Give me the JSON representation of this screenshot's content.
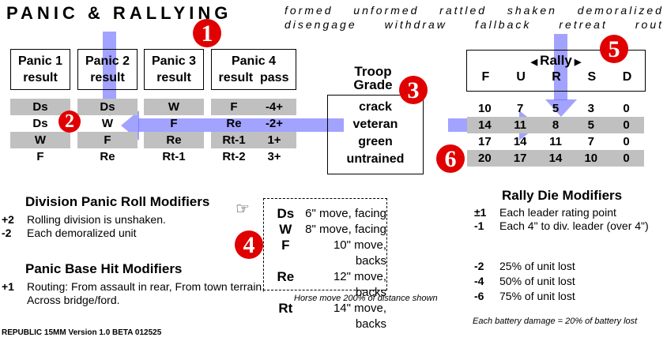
{
  "title": "PANIC & RALLYING",
  "states_line1": [
    "formed",
    "unformed",
    "rattled",
    "shaken",
    "demoralized"
  ],
  "states_line2": [
    "disengage",
    "withdraw",
    "fallback",
    "retreat",
    "rout"
  ],
  "panic_tables": [
    {
      "head1": "Panic 1",
      "head2": "result",
      "rows": [
        [
          "Ds"
        ],
        [
          "Ds"
        ],
        [
          "W"
        ],
        [
          "F"
        ]
      ]
    },
    {
      "head1": "Panic 2",
      "head2": "result",
      "rows": [
        [
          "Ds"
        ],
        [
          "W"
        ],
        [
          "F"
        ],
        [
          "Re"
        ]
      ]
    },
    {
      "head1": "Panic 3",
      "head2": "result",
      "rows": [
        [
          "W"
        ],
        [
          "F"
        ],
        [
          "Re"
        ],
        [
          "Rt-1"
        ]
      ]
    },
    {
      "head1": "Panic 4",
      "head2": "result  pass",
      "rows": [
        [
          "F",
          "-4+"
        ],
        [
          "Re",
          "-2+"
        ],
        [
          "Rt-1",
          "1+"
        ],
        [
          "Rt-2",
          "3+"
        ]
      ]
    }
  ],
  "troop_grade": {
    "label1": "Troop",
    "label2": "Grade",
    "grades": [
      "crack",
      "veteran",
      "green",
      "untrained"
    ]
  },
  "rally": {
    "title": "Rally",
    "columns": [
      "F",
      "U",
      "R",
      "S",
      "D"
    ],
    "rows": [
      [
        "10",
        "7",
        "5",
        "3",
        "0"
      ],
      [
        "14",
        "11",
        "8",
        "5",
        "0"
      ],
      [
        "17",
        "14",
        "11",
        "7",
        "0"
      ],
      [
        "20",
        "17",
        "14",
        "10",
        "0"
      ]
    ]
  },
  "markers": [
    "1",
    "2",
    "3",
    "4",
    "5",
    "6"
  ],
  "highlight_color": "#6464ff",
  "marker_color": "#e00000",
  "division_panic": {
    "heading": "Division Panic Roll Modifiers",
    "items": [
      {
        "mod": "+2",
        "text": "Rolling division is unshaken."
      },
      {
        "mod": "-2",
        "text": "Each demoralized unit"
      }
    ]
  },
  "panic_base": {
    "heading": "Panic Base Hit Modifiers",
    "items": [
      {
        "mod": "+1",
        "text": "Routing: From assault in rear, From town terrain,",
        "text2": "Across bridge/ford."
      }
    ]
  },
  "moves": [
    {
      "code": "Ds",
      "text": "6\" move, facing"
    },
    {
      "code": "W",
      "text": "8\" move, facing"
    },
    {
      "code": "F",
      "text": "10\" move, backs"
    },
    {
      "code": "Re",
      "text": "12\" move, backs"
    },
    {
      "code": "Rt",
      "text": "14\" move, backs"
    }
  ],
  "moves_note": "Horse move 200% of distance shown",
  "rally_die": {
    "heading": "Rally Die Modifiers",
    "items": [
      {
        "mod": "±1",
        "text": "Each leader rating point"
      },
      {
        "mod": "-1",
        "text": "Each 4\" to div. leader (over 4\")"
      }
    ],
    "items2": [
      {
        "mod": "-2",
        "text": "25% of unit lost"
      },
      {
        "mod": "-4",
        "text": "50% of unit lost"
      },
      {
        "mod": "-6",
        "text": "75% of unit lost"
      }
    ]
  },
  "battery_note": "Each battery damage = 20% of battery lost",
  "footer": "REPUBLIC 15MM  Version 1.0 BETA  012525"
}
